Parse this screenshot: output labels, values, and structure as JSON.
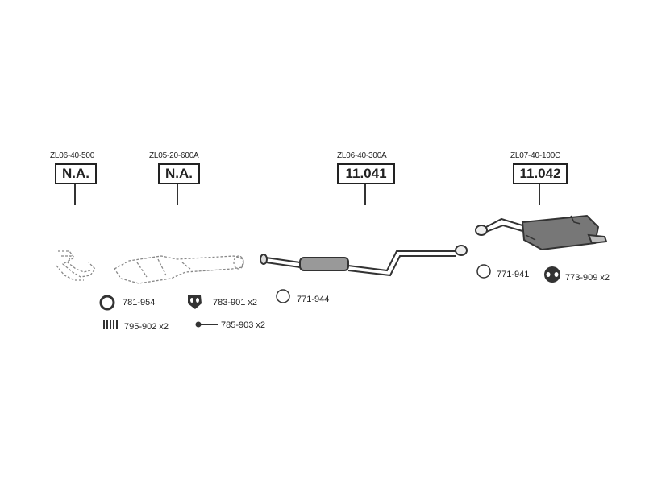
{
  "assemblies": [
    {
      "ref": "ZL06-40-500",
      "label": "N.A."
    },
    {
      "ref": "ZL05-20-600A",
      "label": "N.A."
    },
    {
      "ref": "ZL06-40-300A",
      "label": "11.041"
    },
    {
      "ref": "ZL07-40-100C",
      "label": "11.042"
    }
  ],
  "accessories": [
    {
      "code": "781-954"
    },
    {
      "code": "783-901 x2"
    },
    {
      "code": "771-944"
    },
    {
      "code": "795-902 x2"
    },
    {
      "code": "785-903 x2"
    },
    {
      "code": "771-941"
    },
    {
      "code": "773-909 x2"
    }
  ]
}
